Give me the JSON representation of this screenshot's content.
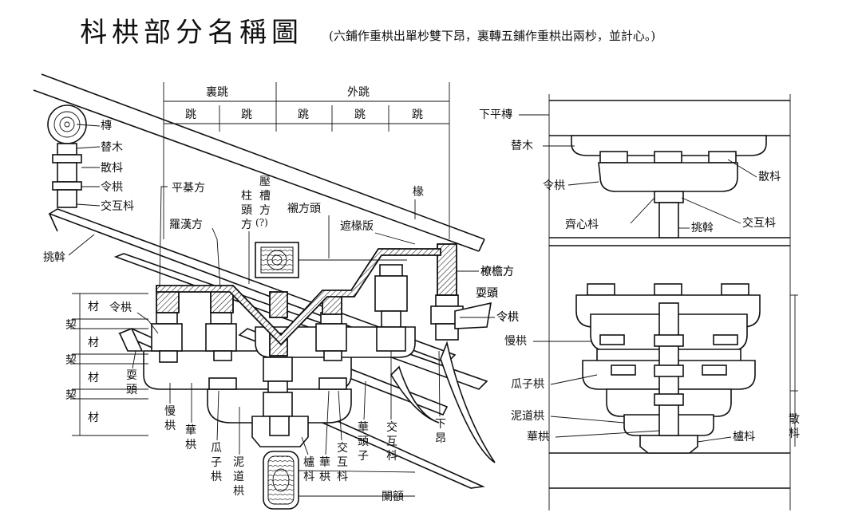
{
  "title": "枓栱部分名稱圖",
  "subtitle": "(六鋪作重栱出單杪雙下昂，裏轉五鋪作重栱出兩杪，並計心。)",
  "dimension_labels": {
    "inner_tiao": "裏跳",
    "outer_tiao": "外跳",
    "tiao": [
      "跳",
      "跳",
      "跳",
      "跳",
      "跳"
    ]
  },
  "left_labels": {
    "tuan": "槫",
    "timu": "替木",
    "sandou": "散枓",
    "linggong": "令栱",
    "jiaohudou": "交互枓",
    "tiaowo": "挑斡"
  },
  "section_labels": {
    "pingqifang": "平棊方",
    "zhutoufang": [
      "柱",
      "頭",
      "方"
    ],
    "yacaofang": [
      "壓",
      "槽",
      "方"
    ],
    "question": "(?)",
    "chenfangtou": "襯方頭",
    "zheyuanban": "遮椽版",
    "chuan": "椽",
    "luohanfang": "羅漢方",
    "liaoyanfang": "橑檐方",
    "shuatou": "耍頭",
    "linggong_r": "令栱",
    "linggong_l": "令栱",
    "shuatou_l": [
      "耍",
      "頭"
    ],
    "mangong": [
      "慢",
      "栱"
    ],
    "huagong": [
      "華",
      "栱"
    ],
    "guazigong": [
      "瓜",
      "子",
      "栱"
    ],
    "nidaogong": [
      "泥",
      "道",
      "栱"
    ],
    "ludou": [
      "櫨",
      "枓"
    ],
    "huagong2": [
      "華",
      "栱"
    ],
    "jiaohudou2": [
      "交",
      "互",
      "枓"
    ],
    "huatouzi": [
      "華",
      "頭",
      "子"
    ],
    "jiaohudou3": [
      "交",
      "互",
      "枓"
    ],
    "xiaang": [
      "下",
      "昂"
    ],
    "lane": "闌額"
  },
  "cai_qi": {
    "cai": [
      "材",
      "材",
      "材",
      "材"
    ],
    "qi": [
      "栔",
      "栔",
      "栔"
    ]
  },
  "elevation_labels": {
    "xiapingtuan": "下平槫",
    "timu": "替木",
    "sandou": "散枓",
    "linggong": "令栱",
    "qixindou": "齊心枓",
    "jiaohudou": "交互枓",
    "tiaowo": "挑斡",
    "liaoyanfang": "橑檐方",
    "shuatou": "耍頭",
    "linggong2": "令栱",
    "mangong": "慢栱",
    "guazigong": "瓜子栱",
    "nidaogong": "泥道栱",
    "huagong": "華栱",
    "ludou": "櫨枓",
    "sandou_v": [
      "散",
      "枓"
    ]
  }
}
